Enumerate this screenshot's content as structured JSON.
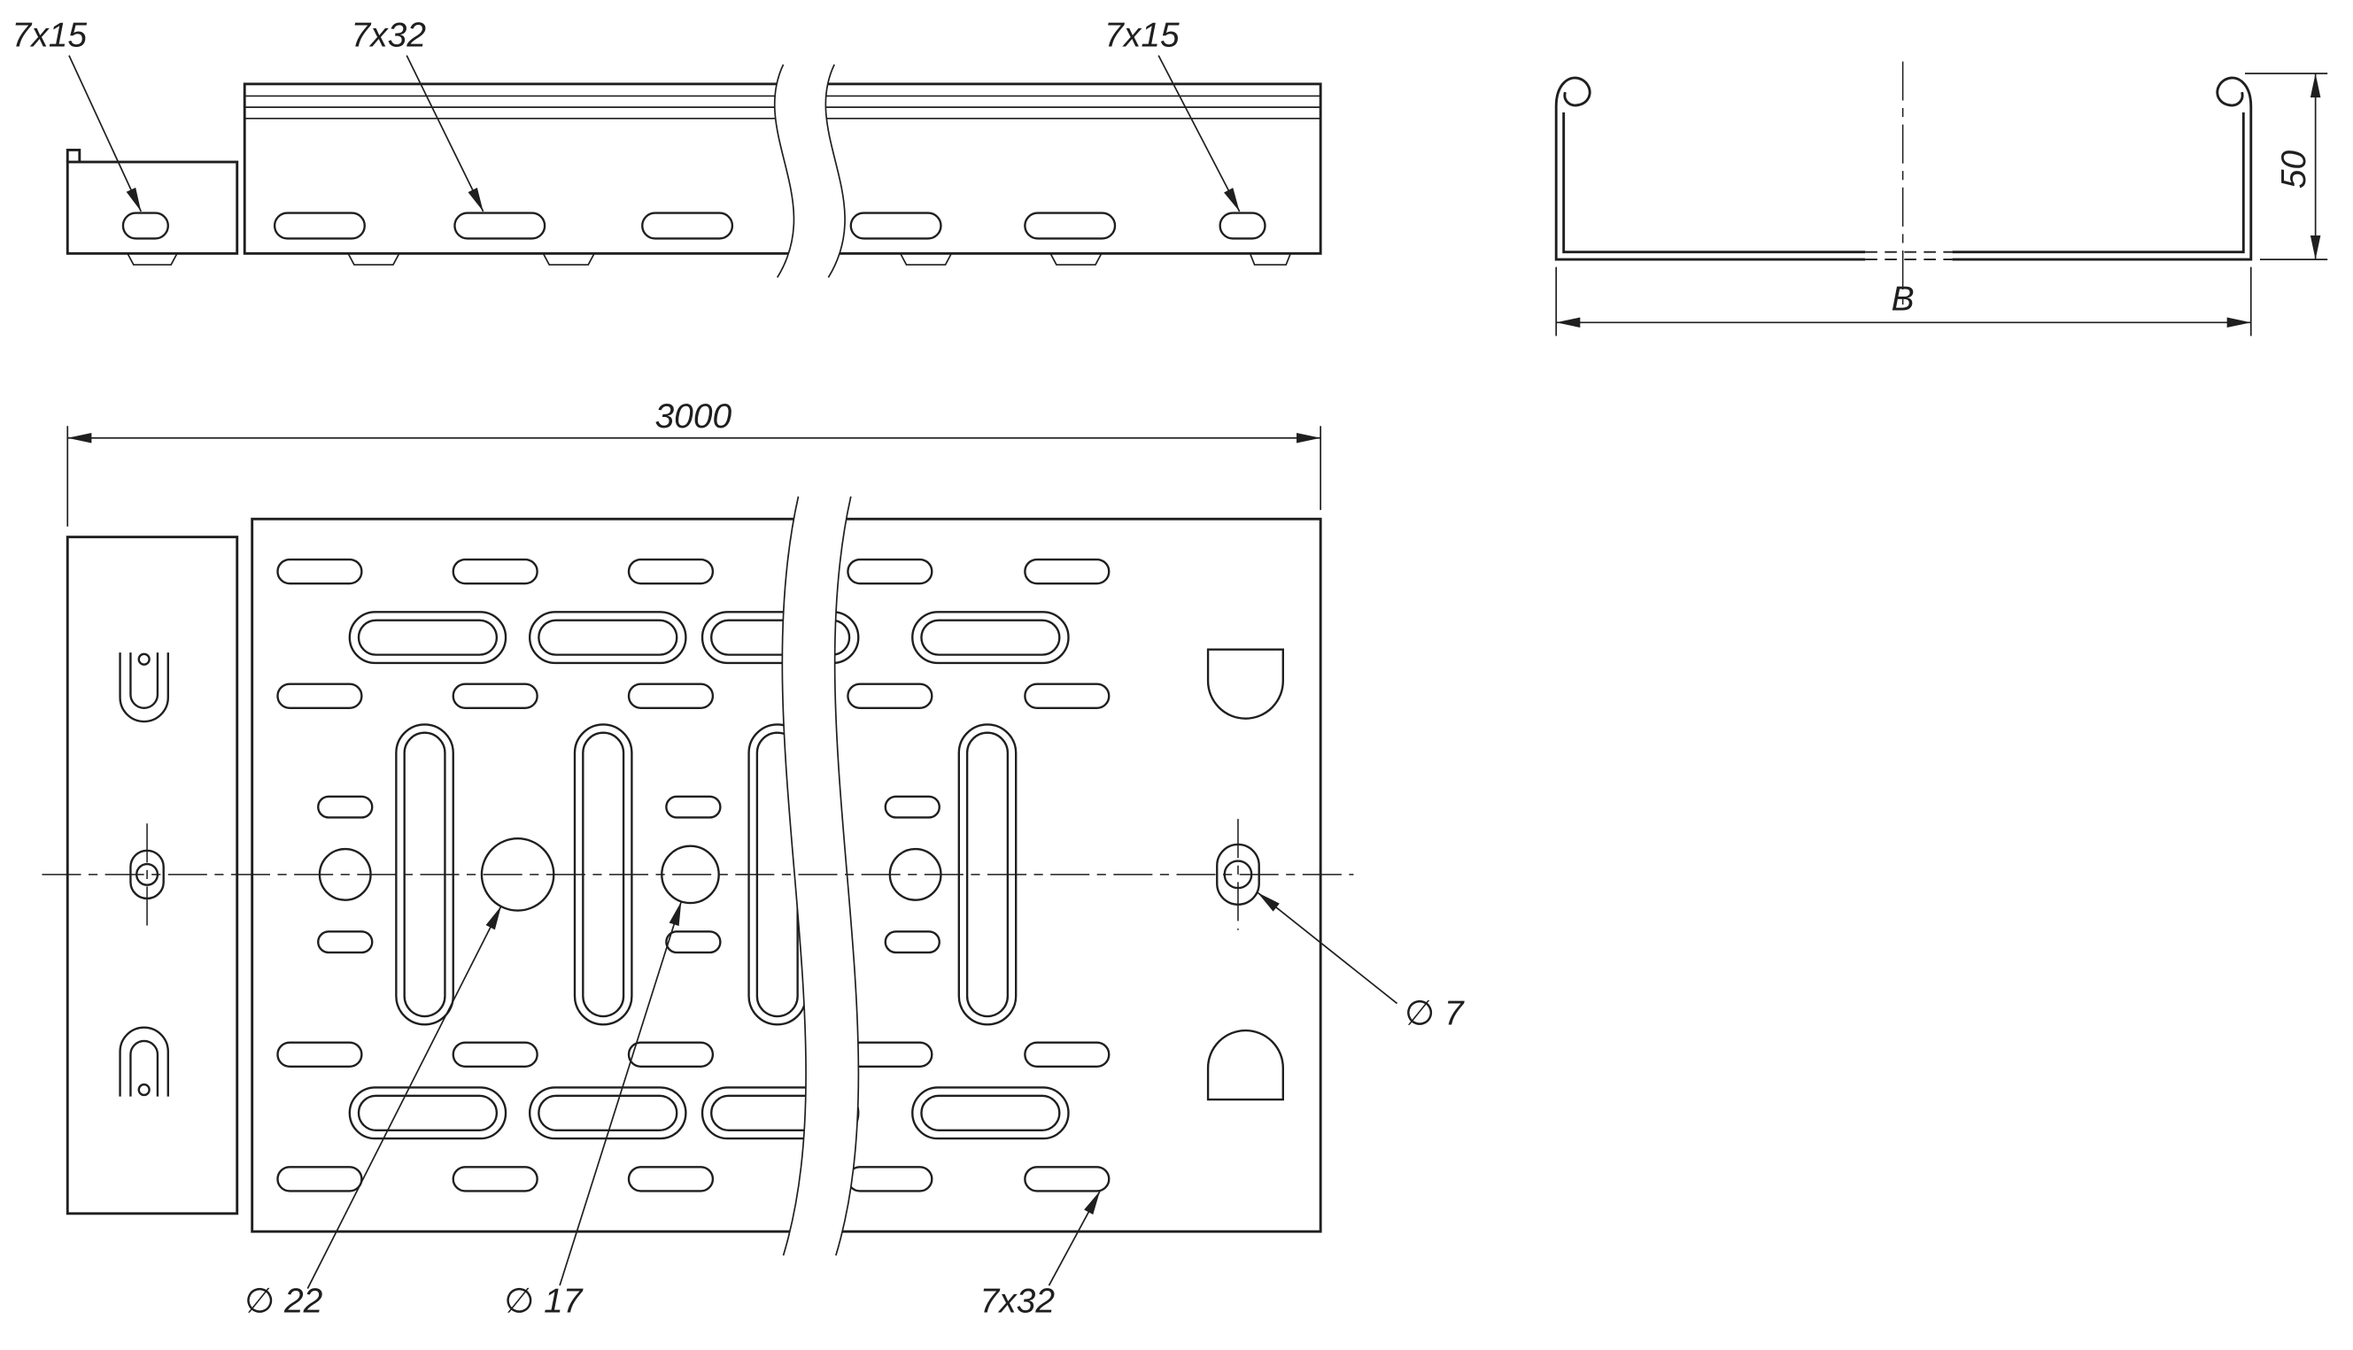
{
  "meta": {
    "background_color": "#ffffff",
    "line_color": "#1f1f1f",
    "drawing_type": "perforated cable tray engineering drawing"
  },
  "side_view": {
    "label_left_slot": "7x15",
    "label_mid_slot": "7x32",
    "label_right_slot": "7x15"
  },
  "section_view": {
    "width_label": "B",
    "height_label": "50"
  },
  "plan_view": {
    "length_label": "3000",
    "hole22_label": "∅ 22",
    "hole17_label": "∅ 17",
    "slot_label": "7x32",
    "hole7_label": "∅ 7"
  }
}
